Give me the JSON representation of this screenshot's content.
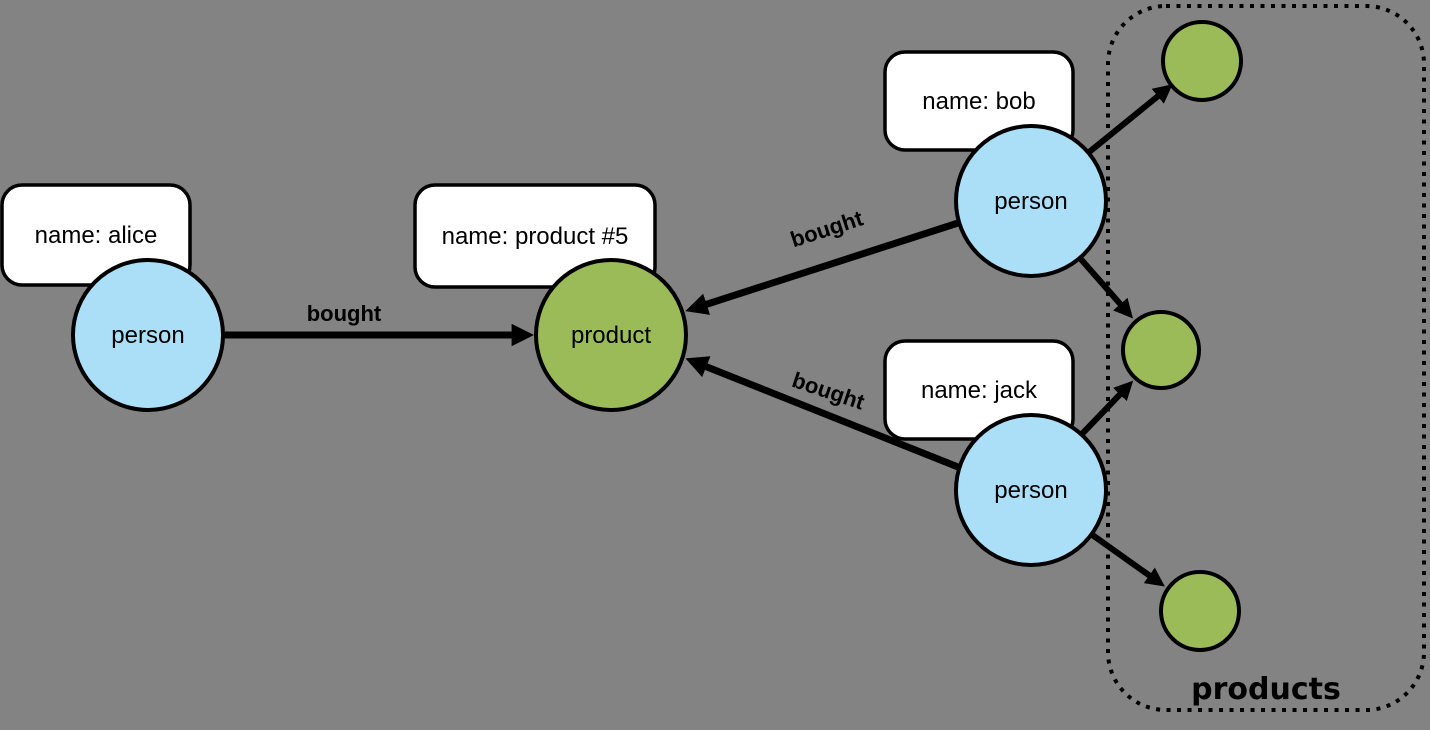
{
  "colors": {
    "background": "#838383",
    "person_fill": "#ABDFF8",
    "product_fill": "#9BBB59",
    "label_box_fill": "#FFFFFF",
    "stroke": "#000000"
  },
  "nodes": {
    "alice": {
      "circle_label": "person",
      "property_label": "name: alice"
    },
    "bob": {
      "circle_label": "person",
      "property_label": "name: bob"
    },
    "jack": {
      "circle_label": "person",
      "property_label": "name: jack"
    },
    "product5": {
      "circle_label": "product",
      "property_label": "name: product #5"
    }
  },
  "edges": [
    {
      "from": "alice",
      "to": "product #5",
      "label": "bought"
    },
    {
      "from": "bob",
      "to": "product #5",
      "label": "bought"
    },
    {
      "from": "jack",
      "to": "product #5",
      "label": "bought"
    },
    {
      "from": "bob",
      "to": "product (top)",
      "label": ""
    },
    {
      "from": "bob",
      "to": "product (middle)",
      "label": ""
    },
    {
      "from": "jack",
      "to": "product (middle)",
      "label": ""
    },
    {
      "from": "jack",
      "to": "product (bottom)",
      "label": ""
    }
  ],
  "group": {
    "label": "products"
  }
}
